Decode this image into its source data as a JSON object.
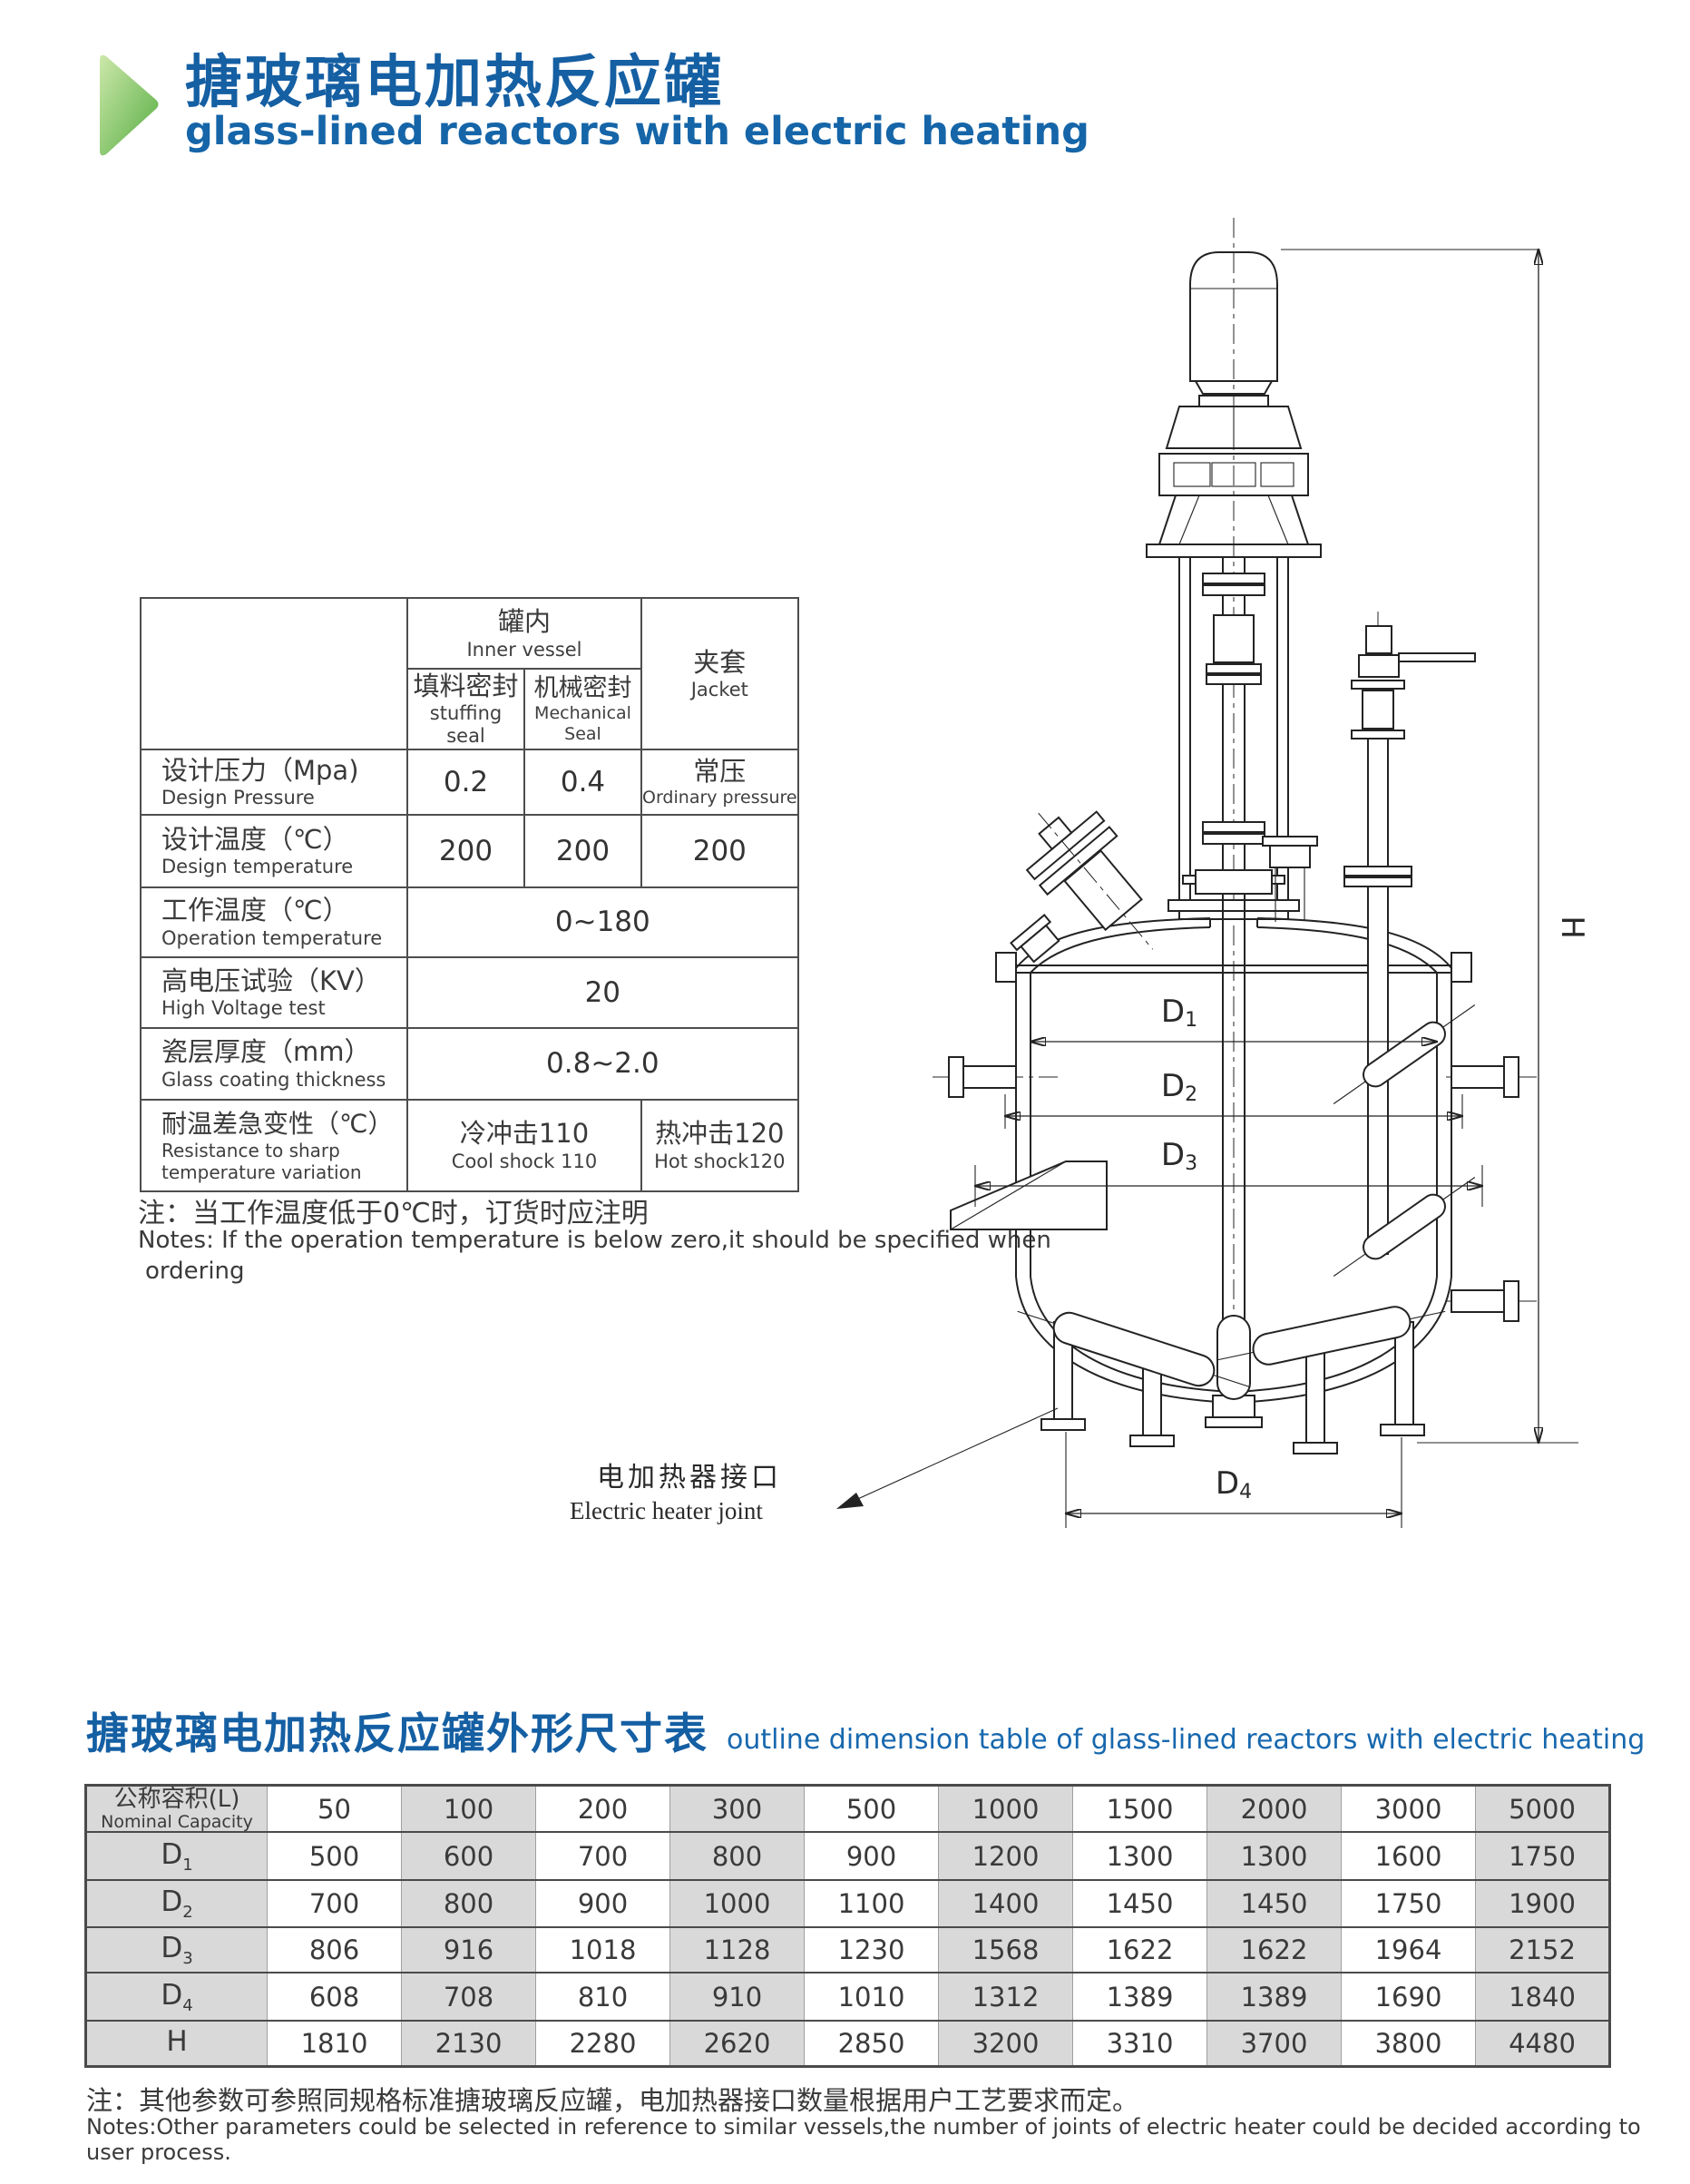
{
  "page": {
    "title_zh": "搪玻璃电加热反应罐",
    "title_en": "glass-lined reactors with electric heating"
  },
  "colors": {
    "accent_blue": "#155fa3",
    "green_light": "#c9e6a4",
    "green_dark": "#55ad41",
    "cell_gray": "#d9d9d9"
  },
  "spec_table": {
    "inner_vessel_zh": "罐内",
    "inner_vessel_en": "Inner  vessel",
    "jacket_zh": "夹套",
    "jacket_en": "Jacket",
    "stuffing_zh": "填料密封",
    "stuffing_en": "stuffing seal",
    "mechanical_zh": "机械密封",
    "mechanical_en": "Mechanical Seal",
    "rows": [
      {
        "zh": "设计压力（Mpa)",
        "en": "Design Pressure",
        "v1": "0.2",
        "v2": "0.4",
        "v3_zh": "常压",
        "v3_en": "Ordinary pressure"
      },
      {
        "zh": "设计温度（℃）",
        "en": "Design temperature",
        "v1": "200",
        "v2": "200",
        "v3": "200"
      },
      {
        "zh": "工作温度（℃）",
        "en": "Operation temperature",
        "span": "0~180"
      },
      {
        "zh": "高电压试验（KV）",
        "en": "High Voltage test",
        "span": "20"
      },
      {
        "zh": "瓷层厚度（mm）",
        "en": "Glass coating thickness",
        "span": "0.8~2.0"
      },
      {
        "zh": "耐温差急变性（℃）",
        "en": "Resistance  to sharp  temperature variation",
        "cold_zh": "冷冲击110",
        "cold_en": "Cool  shock 110",
        "hot_zh": "热冲击120",
        "hot_en": "Hot shock120"
      }
    ],
    "note_zh": "注：当工作温度低于0℃时，订货时应注明",
    "note_en1": "Notes: If  the  operation temperature is below zero,it should be specified when",
    "note_en2": "ordering"
  },
  "drawing": {
    "labels": {
      "d": "D",
      "s1": "1",
      "s2": "2",
      "s3": "3",
      "s4": "4",
      "h": "H"
    },
    "heater_zh": "电加热器接口",
    "heater_en": "Electric heater joint"
  },
  "dim_section": {
    "title_zh": "搪玻璃电加热反应罐外形尺寸表",
    "title_en": "outline dimension table of glass-lined reactors with electric heating"
  },
  "dim_table": {
    "label_zh": "公称容积(L)",
    "label_en": "Nominal Capacity",
    "capacities": [
      "50",
      "100",
      "200",
      "300",
      "500",
      "1000",
      "1500",
      "2000",
      "3000",
      "5000"
    ],
    "rows": [
      {
        "main": "D",
        "sub": "1",
        "values": [
          "500",
          "600",
          "700",
          "800",
          "900",
          "1200",
          "1300",
          "1300",
          "1600",
          "1750"
        ]
      },
      {
        "main": "D",
        "sub": "2",
        "values": [
          "700",
          "800",
          "900",
          "1000",
          "1100",
          "1400",
          "1450",
          "1450",
          "1750",
          "1900"
        ]
      },
      {
        "main": "D",
        "sub": "3",
        "values": [
          "806",
          "916",
          "1018",
          "1128",
          "1230",
          "1568",
          "1622",
          "1622",
          "1964",
          "2152"
        ]
      },
      {
        "main": "D",
        "sub": "4",
        "values": [
          "608",
          "708",
          "810",
          "910",
          "1010",
          "1312",
          "1389",
          "1389",
          "1690",
          "1840"
        ]
      },
      {
        "main": "H",
        "sub": "",
        "values": [
          "1810",
          "2130",
          "2280",
          "2620",
          "2850",
          "3200",
          "3310",
          "3700",
          "3800",
          "4480"
        ]
      }
    ],
    "note_zh": "注：其他参数可参照同规格标准搪玻璃反应罐，电加热器接口数量根据用户工艺要求而定。",
    "note_en": "Notes:Other parameters could be selected in reference to similar vessels,the number of joints of electric heater could be decided according to user process."
  }
}
